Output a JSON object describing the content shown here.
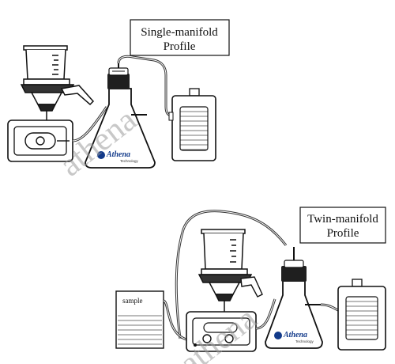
{
  "top_profile": {
    "line1": "Single-manifold",
    "line2": "Profile"
  },
  "bottom_profile": {
    "line1": "Twin-manifold",
    "line2": "Profile"
  },
  "sample_label": "sample",
  "flask_brand": "Athena",
  "flask_subtext": "Technology",
  "watermark": "athena",
  "colors": {
    "line": "#1a1a1a",
    "brand": "#123a8a",
    "watermark": "#9a9a9a"
  }
}
